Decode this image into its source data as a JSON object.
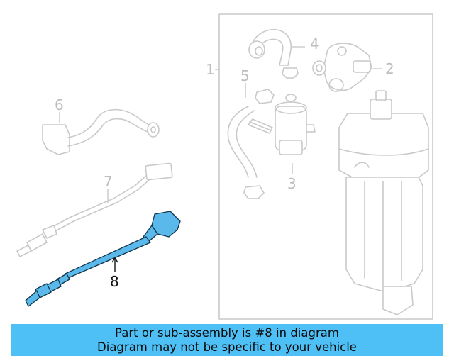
{
  "callouts": {
    "c1": "1",
    "c2": "2",
    "c3": "3",
    "c4": "4",
    "c5": "5",
    "c6": "6",
    "c7": "7",
    "c8": "8"
  },
  "highlighted_part": "8",
  "banner": {
    "line1": "Part or sub-assembly is #8 in diagram",
    "line2": "Diagram may not be specific to your vehicle"
  },
  "colors": {
    "banner": "#4ec0f5",
    "highlight": "#5ab9ea",
    "ghost_lines": "#c9c9c9"
  }
}
